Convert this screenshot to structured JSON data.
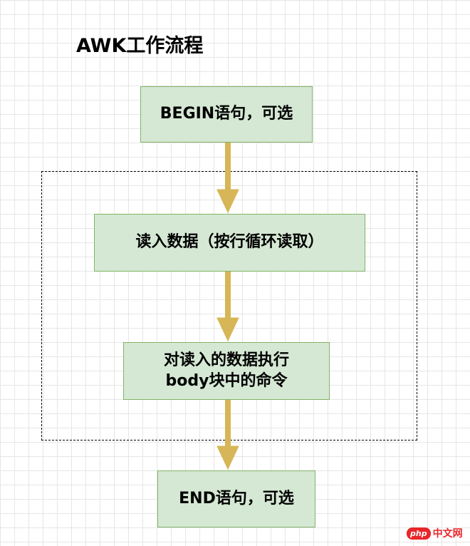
{
  "title": "AWK工作流程",
  "colors": {
    "node_fill": "#d5e8d4",
    "node_border": "#82b366",
    "arrow": "#d6b656",
    "grid": "#e6e6e6"
  },
  "nodes": {
    "begin": "BEGIN语句，可选",
    "read": "读入数据（按行循环读取）",
    "exec_line1": "对读入的数据执行",
    "exec_line2": "body块中的命令",
    "end": "END语句，可选"
  },
  "watermark": {
    "logo": "php",
    "text": "中文网"
  }
}
